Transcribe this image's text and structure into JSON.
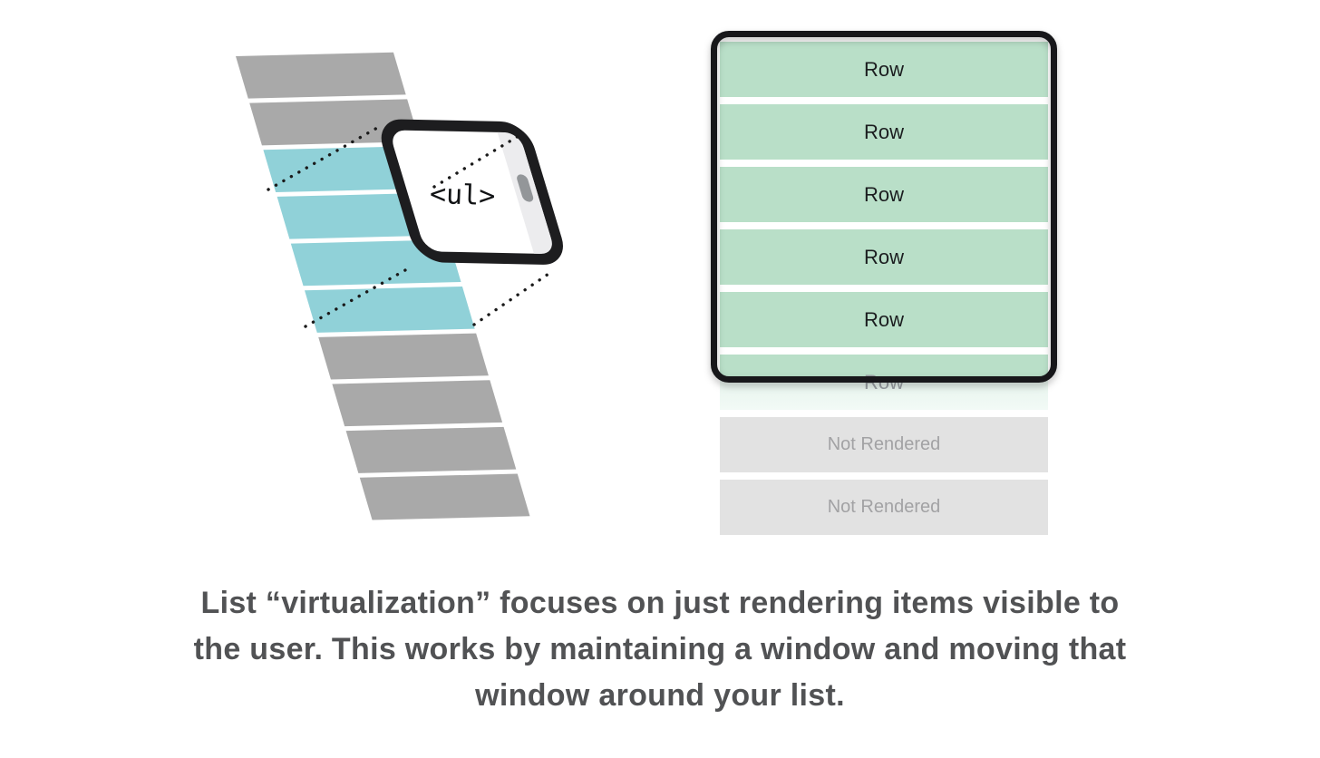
{
  "left_list": {
    "rows": [
      "gray",
      "gray",
      "teal",
      "teal",
      "teal",
      "teal",
      "gray",
      "gray",
      "gray",
      "gray"
    ],
    "colors": {
      "gray": "#a9a9a9",
      "teal": "#90d1d8"
    },
    "phone": {
      "label": "<ul>",
      "border_color": "#1d1d1f",
      "bezel_color": "#ececee",
      "camera_color": "#939699"
    },
    "dotted_line_color": "#1a1a1a"
  },
  "right_list": {
    "rows": [
      {
        "type": "rendered",
        "label": "Row"
      },
      {
        "type": "rendered",
        "label": "Row"
      },
      {
        "type": "rendered",
        "label": "Row"
      },
      {
        "type": "rendered",
        "label": "Row"
      },
      {
        "type": "rendered",
        "label": "Row"
      },
      {
        "type": "partial",
        "label": "Row"
      },
      {
        "type": "not_rendered",
        "label": "Not Rendered"
      },
      {
        "type": "not_rendered",
        "label": "Not Rendered"
      }
    ],
    "colors": {
      "rendered_bg": "#b9dfc8",
      "rendered_text": "#1b1d1f",
      "partial_top_bg": "#e7f4ed",
      "partial_bottom_bg": "#f2faf6",
      "partial_text": "#9aa0a4",
      "not_rendered_bg": "#e2e2e2",
      "not_rendered_text": "#a2a2a4",
      "frame_border": "#17171a"
    }
  },
  "caption": {
    "lines": [
      "List “virtualization” focuses on just rendering items visible to",
      "the user. This works by maintaining a window and moving that",
      "window around your list."
    ],
    "text_color": "#515254"
  }
}
